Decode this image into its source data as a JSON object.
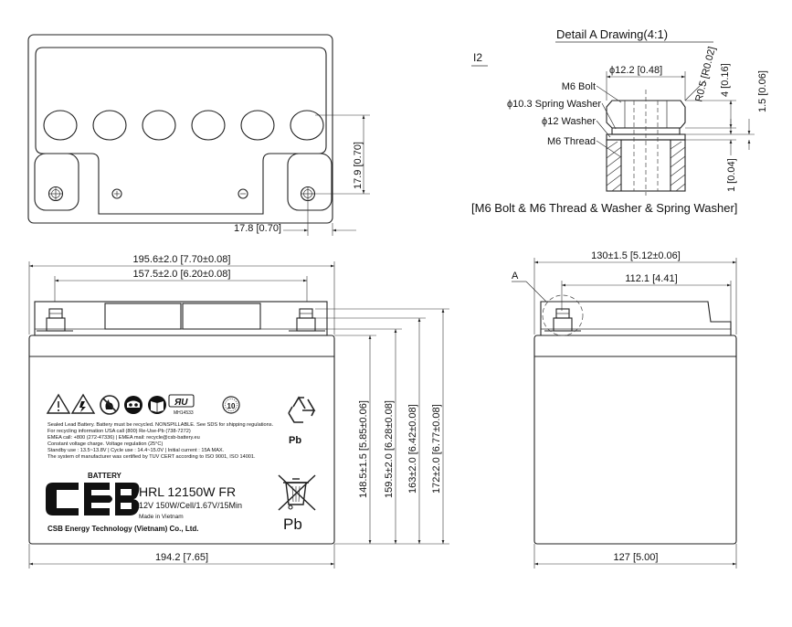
{
  "detail": {
    "title": "Detail A Drawing(4:1)",
    "terminal_code": "I2",
    "caption": "[M6 Bolt & M6 Thread & Washer & Spring Washer]",
    "parts": [
      "M6 Bolt",
      "ϕ10.3 Spring Washer",
      "ϕ12 Washer",
      "M6 Thread"
    ],
    "dims": {
      "washer_dia": "ϕ12.2 [0.48]",
      "radius": "R0.5 [R0.02]",
      "height_4": "4 [0.16]",
      "height_15": "1.5 [0.06]",
      "height_1": "1 [0.04]"
    }
  },
  "top_view": {
    "dim_vertical": "17.9 [0.70]",
    "dim_horizontal": "17.8 [0.70]"
  },
  "front_view": {
    "overall_width": "195.6±2.0 [7.70±0.08]",
    "terminal_spacing": "157.5±2.0 [6.20±0.08]",
    "base_width": "194.2 [7.65]",
    "heights": [
      "148.5±1.5 [5.85±0.06]",
      "159.5±2.0 [6.28±0.08]",
      "163±2.0 [6.42±0.08]",
      "172±2.0 [6.77±0.08]"
    ]
  },
  "side_view": {
    "overall_width": "130±1.5 [5.12±0.06]",
    "terminal_offset": "112.1 [4.41]",
    "base_width": "127 [5.00]",
    "detail_ref": "A"
  },
  "label": {
    "ul_code": "MH14533",
    "warning_lines": [
      "Sealed Lead Battery. Battery must be recycled. NONSPILLABLE. See SDS for shipping regulations.",
      "For recycling information USA call (800) Re-Use-Pb (738-7272)",
      "EMEA call: +800 (272-47336)  |  EMEA mail: recycle@csb-battery.eu",
      "Constant voltage charge. Voltage regulation (25°C)",
      "Standby use : 13.5~13.8V  |  Cycle use : 14.4~15.0V  |  Initial current : 15A MAX.",
      "The system of manufacturer was certified by TUV CERT according to ISO 9001, ISO 14001."
    ],
    "brand_word": "BATTERY",
    "logo_text": "CSB",
    "model": "HRL 12150W FR",
    "spec": "12V 150W/Cell/1.67V/15Min",
    "origin": "Made in Vietnam",
    "company": "CSB Energy Technology (Vietnam) Co., Ltd.",
    "recycle_symbol": "Pb",
    "bin_symbol": "Pb",
    "life_badge": "10"
  }
}
